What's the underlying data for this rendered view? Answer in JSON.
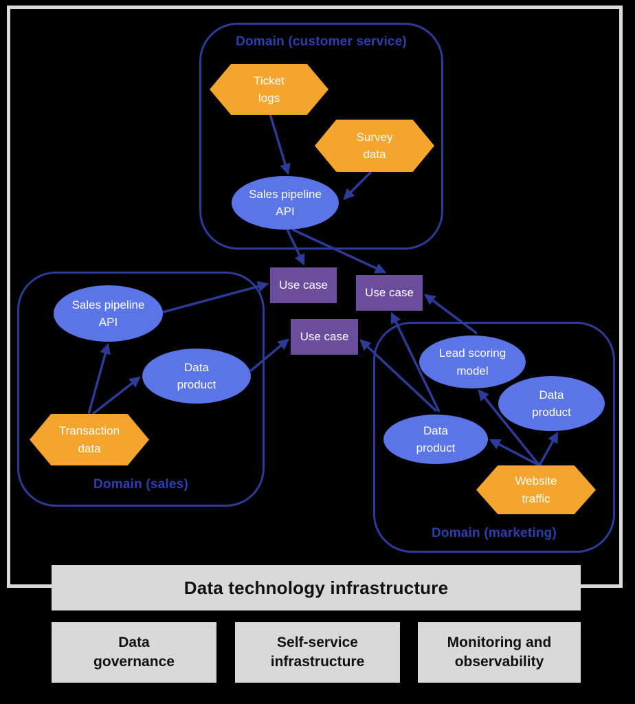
{
  "diagram": {
    "domains": [
      {
        "id": "customer-service",
        "label": "Domain (customer service)"
      },
      {
        "id": "sales",
        "label": "Domain (sales)"
      },
      {
        "id": "marketing",
        "label": "Domain (marketing)"
      }
    ],
    "nodes": [
      {
        "id": "ticket-logs",
        "shape": "hexagon",
        "domain": "customer-service",
        "label": "Ticket\nlogs"
      },
      {
        "id": "survey-data",
        "shape": "hexagon",
        "domain": "customer-service",
        "label": "Survey\ndata"
      },
      {
        "id": "sales-pipeline-api-customer-service",
        "shape": "ellipse",
        "domain": "customer-service",
        "label": "Sales pipeline\nAPI"
      },
      {
        "id": "sales-pipeline-api-sales",
        "shape": "ellipse",
        "domain": "sales",
        "label": "Sales pipeline\nAPI"
      },
      {
        "id": "data-product-sales",
        "shape": "ellipse",
        "domain": "sales",
        "label": "Data\nproduct"
      },
      {
        "id": "transaction-data",
        "shape": "hexagon",
        "domain": "sales",
        "label": "Transaction\ndata"
      },
      {
        "id": "lead-scoring-model",
        "shape": "ellipse",
        "domain": "marketing",
        "label": "Lead scoring\nmodel"
      },
      {
        "id": "data-product-marketing-right",
        "shape": "ellipse",
        "domain": "marketing",
        "label": "Data\nproduct"
      },
      {
        "id": "data-product-marketing-left",
        "shape": "ellipse",
        "domain": "marketing",
        "label": "Data\nproduct"
      },
      {
        "id": "website-traffic",
        "shape": "hexagon",
        "domain": "marketing",
        "label": "Website\ntraffic"
      }
    ],
    "use_cases": [
      {
        "id": "use-case-1",
        "label": "Use case"
      },
      {
        "id": "use-case-2",
        "label": "Use case"
      },
      {
        "id": "use-case-3",
        "label": "Use case"
      }
    ],
    "edges": [
      {
        "from": "ticket-logs",
        "to": "sales-pipeline-api-customer-service"
      },
      {
        "from": "survey-data",
        "to": "sales-pipeline-api-customer-service"
      },
      {
        "from": "sales-pipeline-api-customer-service",
        "to": "use-case-1"
      },
      {
        "from": "sales-pipeline-api-customer-service",
        "to": "use-case-2"
      },
      {
        "from": "sales-pipeline-api-sales",
        "to": "use-case-1"
      },
      {
        "from": "transaction-data",
        "to": "sales-pipeline-api-sales"
      },
      {
        "from": "transaction-data",
        "to": "data-product-sales"
      },
      {
        "from": "data-product-sales",
        "to": "use-case-3"
      },
      {
        "from": "data-product-marketing-left",
        "to": "use-case-3"
      },
      {
        "from": "data-product-marketing-left",
        "to": "use-case-2"
      },
      {
        "from": "lead-scoring-model",
        "to": "use-case-2"
      },
      {
        "from": "website-traffic",
        "to": "lead-scoring-model"
      },
      {
        "from": "website-traffic",
        "to": "data-product-marketing-left"
      },
      {
        "from": "website-traffic",
        "to": "data-product-marketing-right"
      }
    ],
    "infrastructure": {
      "title": "Data technology infrastructure",
      "pillars": [
        {
          "label": "Data\ngovernance"
        },
        {
          "label": "Self-service\ninfrastructure"
        },
        {
          "label": "Monitoring and\nobservability"
        }
      ]
    },
    "colors": {
      "background": "#000000",
      "frame": "#dcdad7",
      "domain_border": "#2b3b97",
      "domain_label": "#2b3fae",
      "arrow": "#2b3b97",
      "ellipse_fill": "#5b75e8",
      "hexagon_fill": "#f3a52d",
      "use_case_fill": "#6b4d9e",
      "node_text": "#ffffff",
      "infra_fill": "#d9d9d9",
      "infra_text": "#111111"
    }
  }
}
